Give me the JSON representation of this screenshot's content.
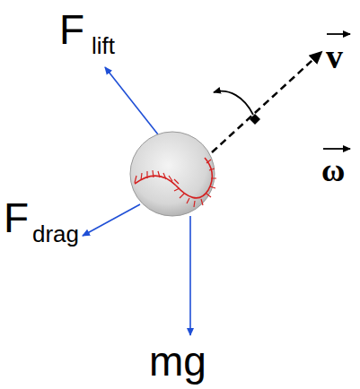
{
  "diagram": {
    "labels": [
      "F",
      "lift",
      "v",
      "ω",
      "F",
      "drag",
      "mg"
    ]
  }
}
